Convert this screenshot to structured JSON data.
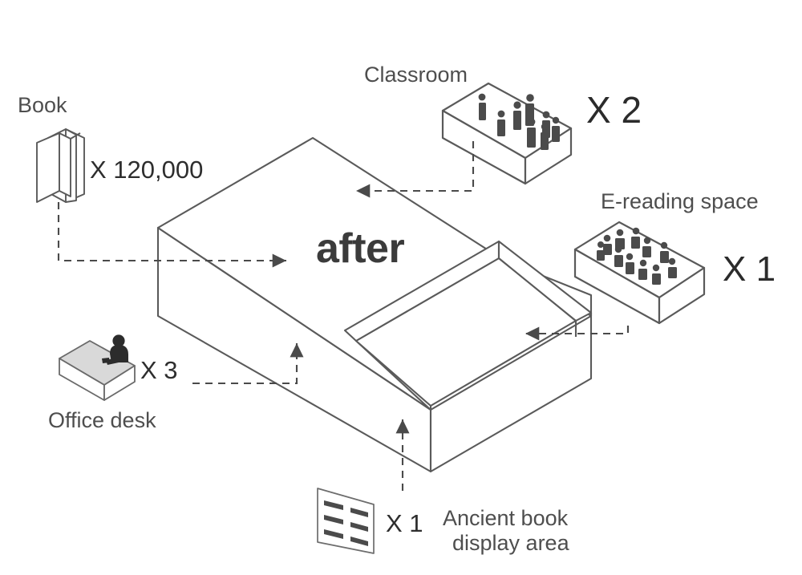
{
  "diagram": {
    "center_label": "after",
    "type": "isometric-program-diagram",
    "stroke_color": "#5a5a5a",
    "figure_color": "#4a4a4a",
    "desk_top_color": "#d8d8d8",
    "text_color": "#4e4e4e"
  },
  "items": [
    {
      "id": "book",
      "name": "Book",
      "count": "X 120,000",
      "icon": "book-stack-icon",
      "arrow": "book-to-building-arrow"
    },
    {
      "id": "classroom",
      "name": "Classroom",
      "count": "X 2",
      "icon": "classroom-box-icon",
      "arrow": "classroom-to-building-arrow"
    },
    {
      "id": "e-reading-space",
      "name": "E-reading space",
      "count": "X 1",
      "icon": "e-reading-box-icon",
      "arrow": "ereading-to-building-arrow"
    },
    {
      "id": "office-desk",
      "name": "Office desk",
      "count": "X 3",
      "icon": "office-desk-icon",
      "arrow": "desk-to-building-arrow"
    },
    {
      "id": "ancient-book-display-area",
      "name": "Ancient book\ndisplay area",
      "name_line1": "Ancient book",
      "name_line2": "display area",
      "count": "X 1",
      "icon": "ancient-book-panel-icon",
      "arrow": "ancientbook-to-building-arrow"
    }
  ]
}
